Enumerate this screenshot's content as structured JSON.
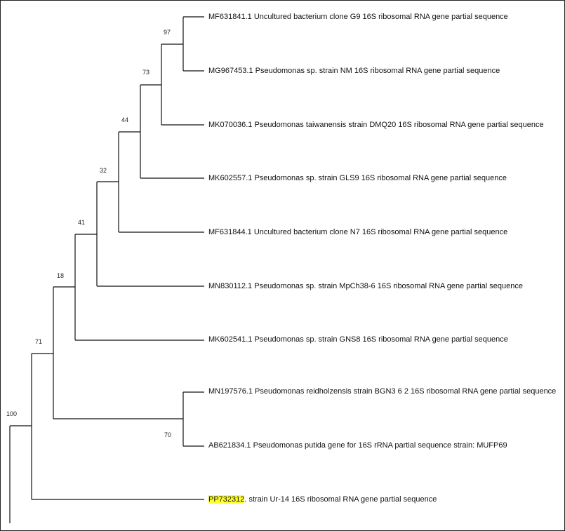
{
  "tree": {
    "leaves": [
      {
        "accession": "MF631841.1",
        "description": " Uncultured bacterium clone G9 16S ribosomal RNA gene partial sequence"
      },
      {
        "accession": "MG967453.1",
        "description": " Pseudomonas sp. strain NM 16S ribosomal RNA gene partial sequence"
      },
      {
        "accession": "MK070036.1",
        "description": " Pseudomonas taiwanensis strain DMQ20 16S ribosomal RNA gene partial sequence"
      },
      {
        "accession": "MK602557.1",
        "description": " Pseudomonas sp. strain GLS9 16S ribosomal RNA gene partial sequence"
      },
      {
        "accession": "MF631844.1",
        "description": " Uncultured bacterium clone N7 16S ribosomal RNA gene partial sequence"
      },
      {
        "accession": "MN830112.1",
        "description": " Pseudomonas sp. strain MpCh38-6 16S ribosomal RNA gene partial sequence"
      },
      {
        "accession": "MK602541.1",
        "description": " Pseudomonas sp. strain GNS8 16S ribosomal RNA gene partial sequence"
      },
      {
        "accession": "MN197576.1",
        "description": " Pseudomonas reidholzensis strain BGN3 6 2 16S ribosomal RNA gene partial sequence"
      },
      {
        "accession": "AB621834.1",
        "description": " Pseudomonas putida gene for 16S rRNA partial sequence strain: MUFP69"
      },
      {
        "accession": "PP732312",
        "description": ". strain Ur-14 16S ribosomal RNA gene partial sequence",
        "highlighted": true
      }
    ],
    "bootstrap": {
      "n97": "97",
      "n73": "73",
      "n44": "44",
      "n32": "32",
      "n41": "41",
      "n18": "18",
      "n70": "70",
      "n71": "71",
      "n100": "100"
    },
    "highlight_color": "#ffff33"
  }
}
